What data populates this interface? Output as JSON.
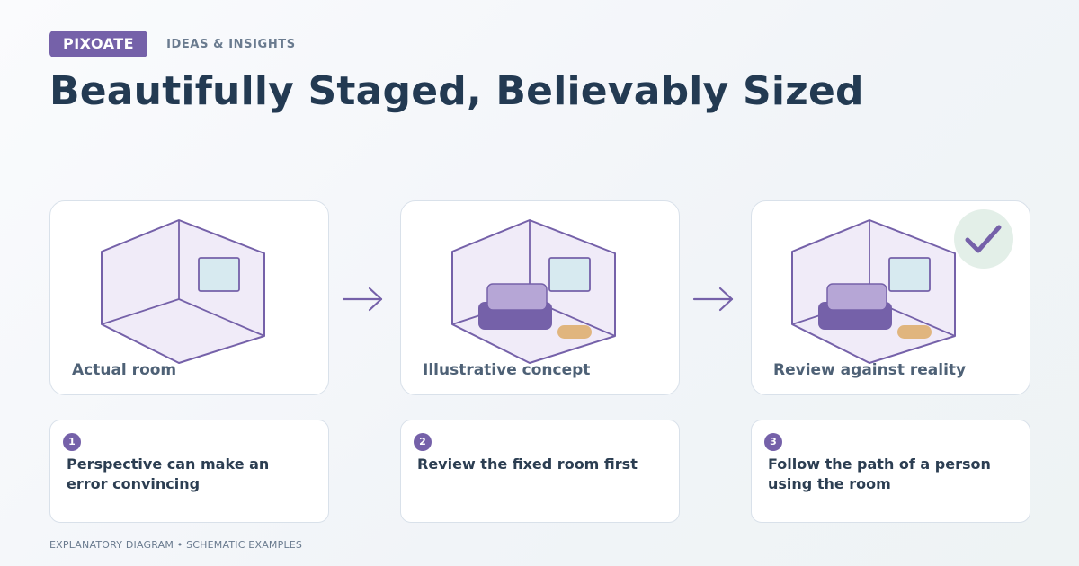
{
  "brand": {
    "name": "PIXOATE",
    "tagline": "IDEAS & INSIGHTS"
  },
  "title": "Beautifully Staged, Believably Sized",
  "colors": {
    "accent": "#7561a9",
    "room_fill": "#f0ebf8",
    "window_fill": "#d7eaf0",
    "sofa_dark": "#7561a9",
    "sofa_light": "#b6a6d6",
    "rug": "#e0b57e",
    "check_bg": "#e3efe8"
  },
  "panels": [
    {
      "label": "Actual room",
      "has_sofa": false,
      "has_check": false
    },
    {
      "label": "Illustrative concept",
      "has_sofa": true,
      "has_check": false
    },
    {
      "label": "Review against reality",
      "has_sofa": true,
      "has_check": true
    }
  ],
  "steps": [
    {
      "number": "1",
      "text": "Perspective can make an error convincing"
    },
    {
      "number": "2",
      "text": "Review the fixed room first"
    },
    {
      "number": "3",
      "text": "Follow the path of a person using the room"
    }
  ],
  "footer": "EXPLANATORY DIAGRAM • SCHEMATIC EXAMPLES"
}
